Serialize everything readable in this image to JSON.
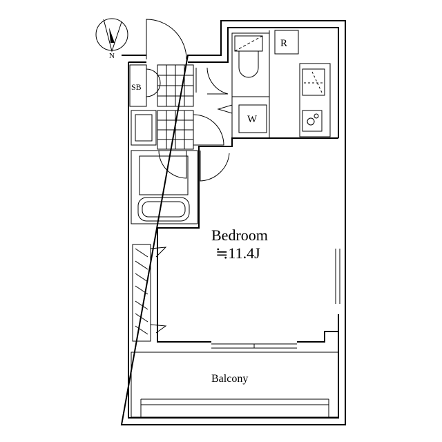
{
  "compass": {
    "north_label": "N"
  },
  "rooms": {
    "bedroom": {
      "name": "Bedroom",
      "area": "≒11.4J"
    },
    "balcony": {
      "name": "Balcony"
    },
    "shoe_box": {
      "name": "SB"
    },
    "refrigerator": {
      "name": "R"
    },
    "washer": {
      "name": "W"
    }
  }
}
